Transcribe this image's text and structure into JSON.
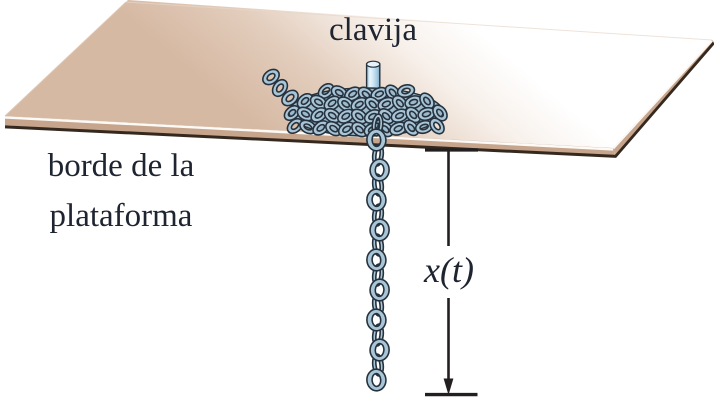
{
  "labels": {
    "peg": "clavija",
    "platform_edge_line1": "borde de la",
    "platform_edge_line2": "plataforma",
    "distance": "x(t)"
  },
  "colors": {
    "chain_fill": "#a9c6d8",
    "chain_pile_fill": "#9cbacc",
    "chain_outline": "#26323d",
    "platform_top": "#d6b9a3",
    "platform_side": "#c7a58c",
    "platform_outline": "#35291f",
    "peg_fill": "#cfe7f4",
    "text": "#1e2430",
    "dimension": "#231f20"
  }
}
